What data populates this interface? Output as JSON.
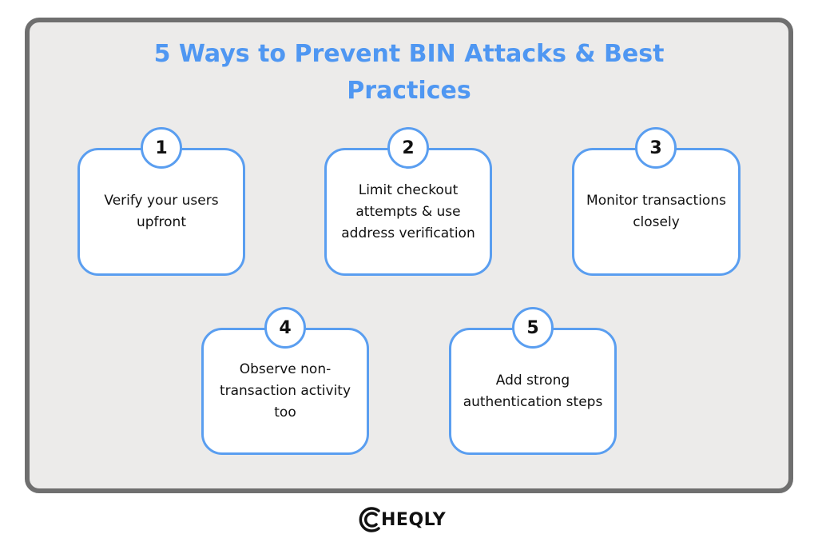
{
  "title": {
    "line1": "5 Ways to Prevent BIN Attacks & Best",
    "line2": "Practices"
  },
  "steps": [
    {
      "number": "1",
      "text": "Verify your users upfront"
    },
    {
      "number": "2",
      "text": "Limit checkout attempts & use address verification"
    },
    {
      "number": "3",
      "text": "Monitor transactions closely"
    },
    {
      "number": "4",
      "text": "Observe non-transaction activity too"
    },
    {
      "number": "5",
      "text": "Add strong authentication steps"
    }
  ],
  "logo": {
    "text": "HEQLY",
    "icon": "c-logo-icon",
    "full": "CHEQLY"
  },
  "colors": {
    "accent": "#4f97f2",
    "border": "#5a9ef0",
    "frame": "#6f6f6f",
    "panel": "#ecebea"
  }
}
